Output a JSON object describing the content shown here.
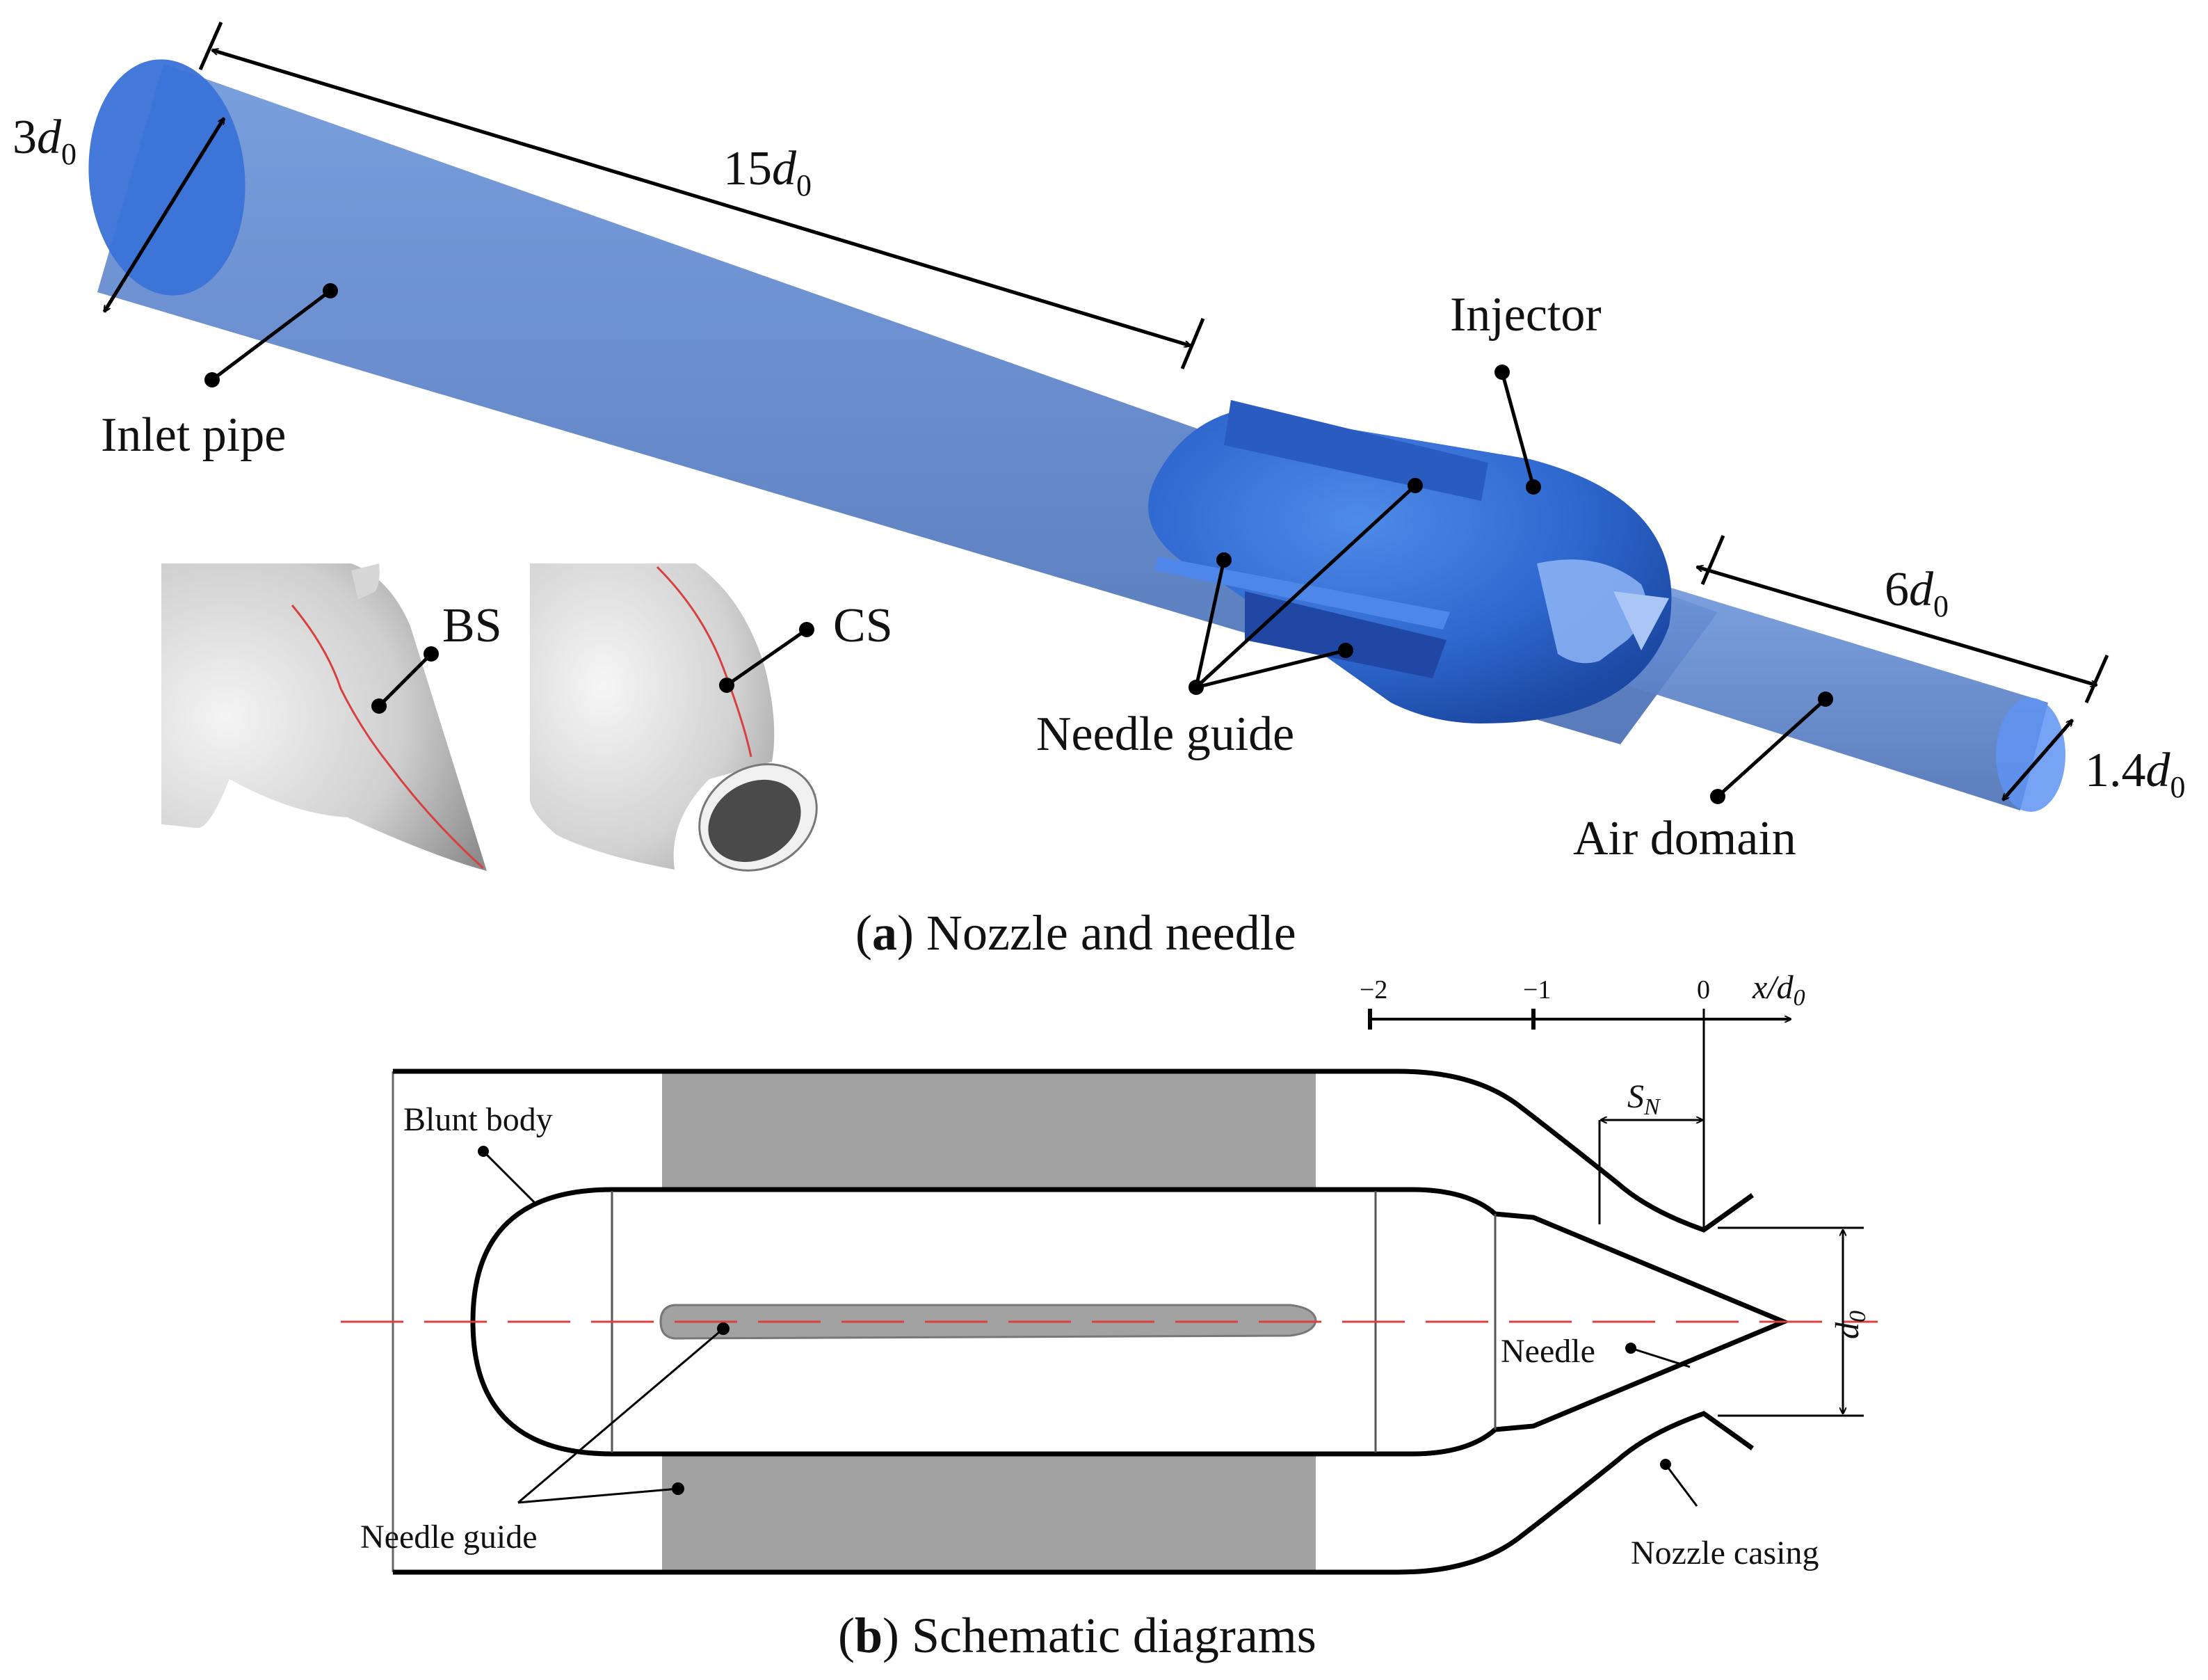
{
  "panel_a": {
    "caption_letter": "a",
    "caption_text": " Nozzle and needle",
    "labels": {
      "inlet_pipe": "Inlet pipe",
      "injector": "Injector",
      "needle_guide": "Needle guide",
      "air_domain": "Air domain",
      "bs": "BS",
      "cs": "CS"
    },
    "dimensions": {
      "inlet_diameter": {
        "num": "3",
        "var": "d",
        "sub": "0"
      },
      "inlet_length": {
        "num": "15",
        "var": "d",
        "sub": "0"
      },
      "air_length": {
        "num": "6",
        "var": "d",
        "sub": "0"
      },
      "air_diameter": {
        "num": "1.4",
        "var": "d",
        "sub": "0"
      }
    }
  },
  "panel_b": {
    "caption_letter": "b",
    "caption_text": " Schematic diagrams",
    "labels": {
      "blunt_body": "Blunt body",
      "needle_guide": "Needle guide",
      "needle": "Needle",
      "nozzle_casing": "Nozzle casing"
    },
    "axis": {
      "ticks": [
        "−2",
        "−1",
        "0"
      ],
      "label_var": "x/d",
      "label_sub": "0"
    },
    "dims": {
      "sn_var": "S",
      "sn_sub": "N",
      "d0_var": "d",
      "d0_sub": "0"
    }
  },
  "colors": {
    "pipe_blue": "#5b82c8",
    "pipe_dark": "#3f67b8",
    "guide_gray": "#a2a2a2",
    "centerline_red": "#d94040"
  }
}
